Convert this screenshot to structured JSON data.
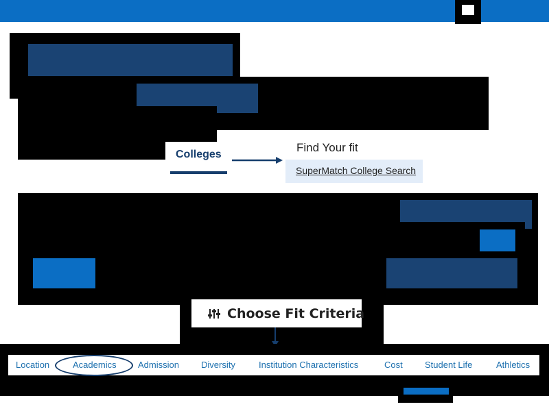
{
  "colors": {
    "top_bar": "#0b6ec4",
    "navy": "#1a4373",
    "accent": "#0b6ec4",
    "link": "#1b6fae"
  },
  "nav": {
    "tab_label": "Colleges"
  },
  "find_fit": {
    "title": "Find Your fit",
    "link": "SuperMatch College Search"
  },
  "choose": {
    "icon": "sliders-icon",
    "label": "Choose Fit Criteria"
  },
  "fit_criteria": {
    "items": [
      "Location",
      "Academics",
      "Admission",
      "Diversity",
      "Institution Characteristics",
      "Cost",
      "Student Life",
      "Athletics"
    ],
    "selected": "Academics"
  }
}
